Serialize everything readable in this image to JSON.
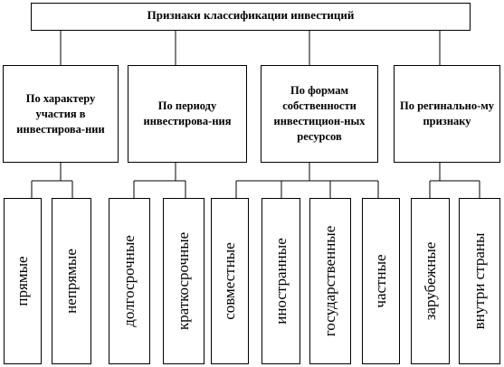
{
  "root": "Признаки классификации инвестиций",
  "categories": [
    {
      "label": "По характеру участия в инвестирова-нии"
    },
    {
      "label": "По периоду инвестирова-ния"
    },
    {
      "label": "По формам собственности инвестицион-ных ресурсов"
    },
    {
      "label": "По регинально-му признаку"
    }
  ],
  "leaves": [
    "прямые",
    "непрямые",
    "долгосрочные",
    "краткосрочные",
    "совместные",
    "иностранные",
    "государственные",
    "частные",
    "зарубежные",
    "внутри страны"
  ]
}
